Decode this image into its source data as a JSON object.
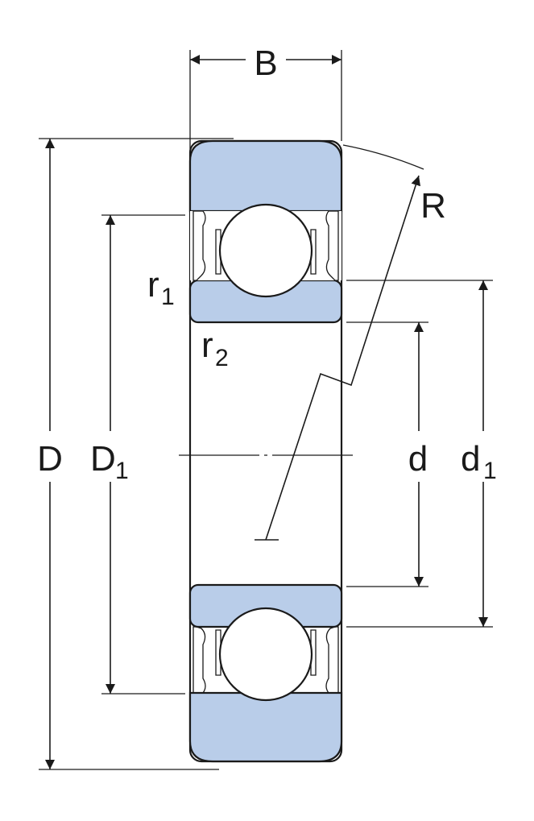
{
  "colors": {
    "ring_fill": "#b9cde9",
    "seal_fill": "#c7d8ef",
    "line": "#1a1a1a",
    "background": "#ffffff"
  },
  "labels": {
    "B": "B",
    "R": "R",
    "r1_main": "r",
    "r1_sub": "1",
    "r2_main": "r",
    "r2_sub": "2",
    "D": "D",
    "D1_main": "D",
    "D1_sub": "1",
    "d": "d",
    "d1_main": "d",
    "d1_sub": "1"
  }
}
